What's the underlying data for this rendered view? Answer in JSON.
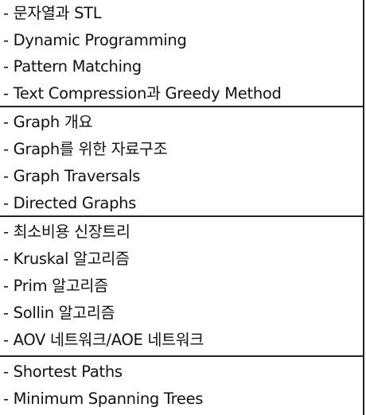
{
  "sections": [
    {
      "items": [
        {
          "text": "- 문자열과 STL"
        },
        {
          "text": "- Dynamic Programming"
        },
        {
          "text": "- Pattern Matching"
        },
        {
          "text": "- Text Compression과 Greedy Method"
        }
      ]
    },
    {
      "items": [
        {
          "text": "- Graph 개요"
        },
        {
          "text": "- Graph를 위한 자료구조"
        },
        {
          "text": "- Graph Traversals"
        },
        {
          "text": "- Directed Graphs"
        }
      ]
    },
    {
      "items": [
        {
          "text": "- 최소비용 신장트리"
        },
        {
          "text": "- Kruskal 알고리즘"
        },
        {
          "text": "- Prim 알고리즘"
        },
        {
          "text": "- Sollin 알고리즘"
        },
        {
          "text": "- AOV 네트워크/AOE 네트워크"
        }
      ]
    },
    {
      "items": [
        {
          "text": "- Shortest Paths"
        },
        {
          "text": "- Minimum Spanning Trees"
        }
      ]
    }
  ]
}
